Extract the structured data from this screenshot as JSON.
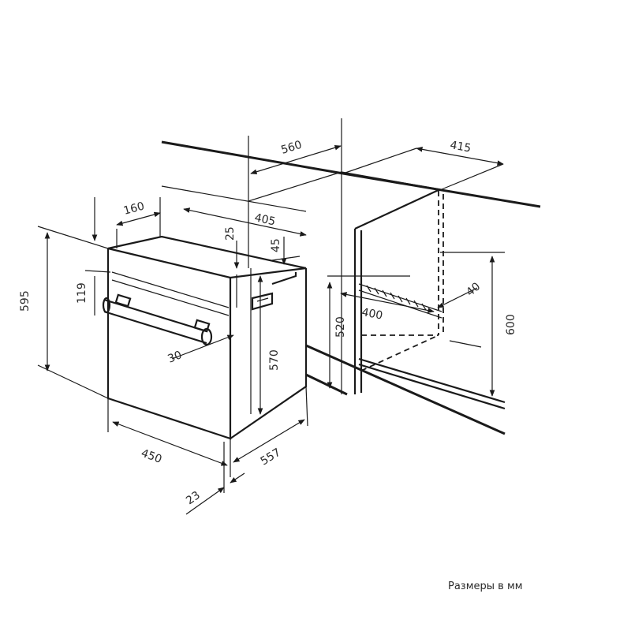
{
  "dimensions": {
    "d560": "560",
    "d415": "415",
    "d160": "160",
    "d405": "405",
    "d25": "25",
    "d45": "45",
    "d595": "595",
    "d119": "119",
    "d30": "30",
    "d570": "570",
    "d520": "520",
    "d400": "400",
    "d40": "40",
    "d600": "600",
    "d450": "450",
    "d557": "557",
    "d23": "23"
  },
  "caption": "Размеры в мм"
}
